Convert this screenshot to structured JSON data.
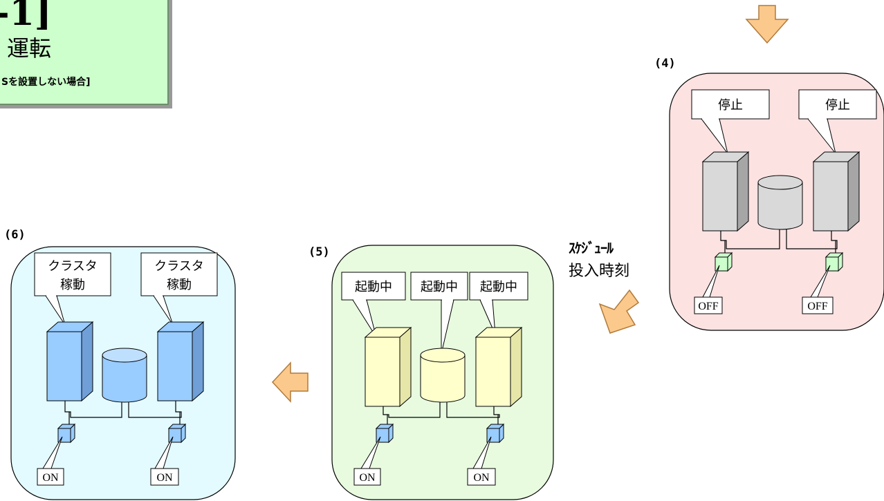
{
  "title": {
    "big": "-1]",
    "sub": "運転",
    "note": "Sを設置しない場合]"
  },
  "steps": {
    "s4": {
      "number": "(4)",
      "callout_left": "停止",
      "callout_right": "停止",
      "switch_left": "OFF",
      "switch_right": "OFF"
    },
    "s5": {
      "number": "(5)",
      "callout_left": "起動中",
      "callout_mid": "起動中",
      "callout_right": "起動中",
      "switch_left": "ON",
      "switch_right": "ON"
    },
    "s6": {
      "number": "(6)",
      "callout_left_1": "クラスタ",
      "callout_left_2": "稼動",
      "callout_right_1": "クラスタ",
      "callout_right_2": "稼動",
      "switch_left": "ON",
      "switch_right": "ON"
    }
  },
  "schedule": {
    "line1": "ｽｹｼﾞｭｰﾙ",
    "line2": "投入時刻"
  },
  "colors": {
    "arrow": "#fbc98b",
    "arrow_stroke": "#b07a3a",
    "panel4": "#fde2e2",
    "panel5": "#e8fbdf",
    "panel6": "#e3fbff",
    "server_gray": "#d9d9d9",
    "server_yellow": "#ffffcc",
    "server_blue": "#99ccff",
    "switch_green": "#ccffcc",
    "switch_blue": "#99ccff"
  }
}
